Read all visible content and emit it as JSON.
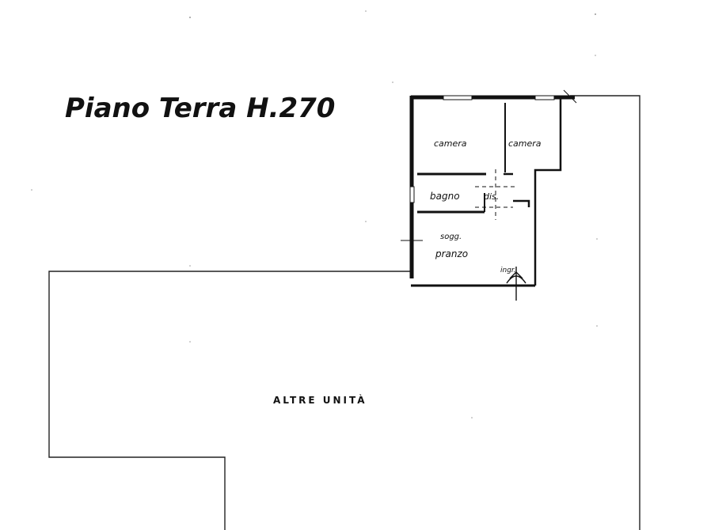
{
  "plan": {
    "title": "Piano Terra H.270",
    "rooms": {
      "camera_1": "camera",
      "camera_2": "camera",
      "bagno": "bagno",
      "disimpegno": "dis.",
      "soggiorno": "sogg.",
      "pranzo": "pranzo",
      "ingresso": "ingr."
    },
    "other_units": "ALTRE UNITÀ"
  },
  "colors": {
    "ink": "#111111",
    "paper": "#ffffff"
  }
}
